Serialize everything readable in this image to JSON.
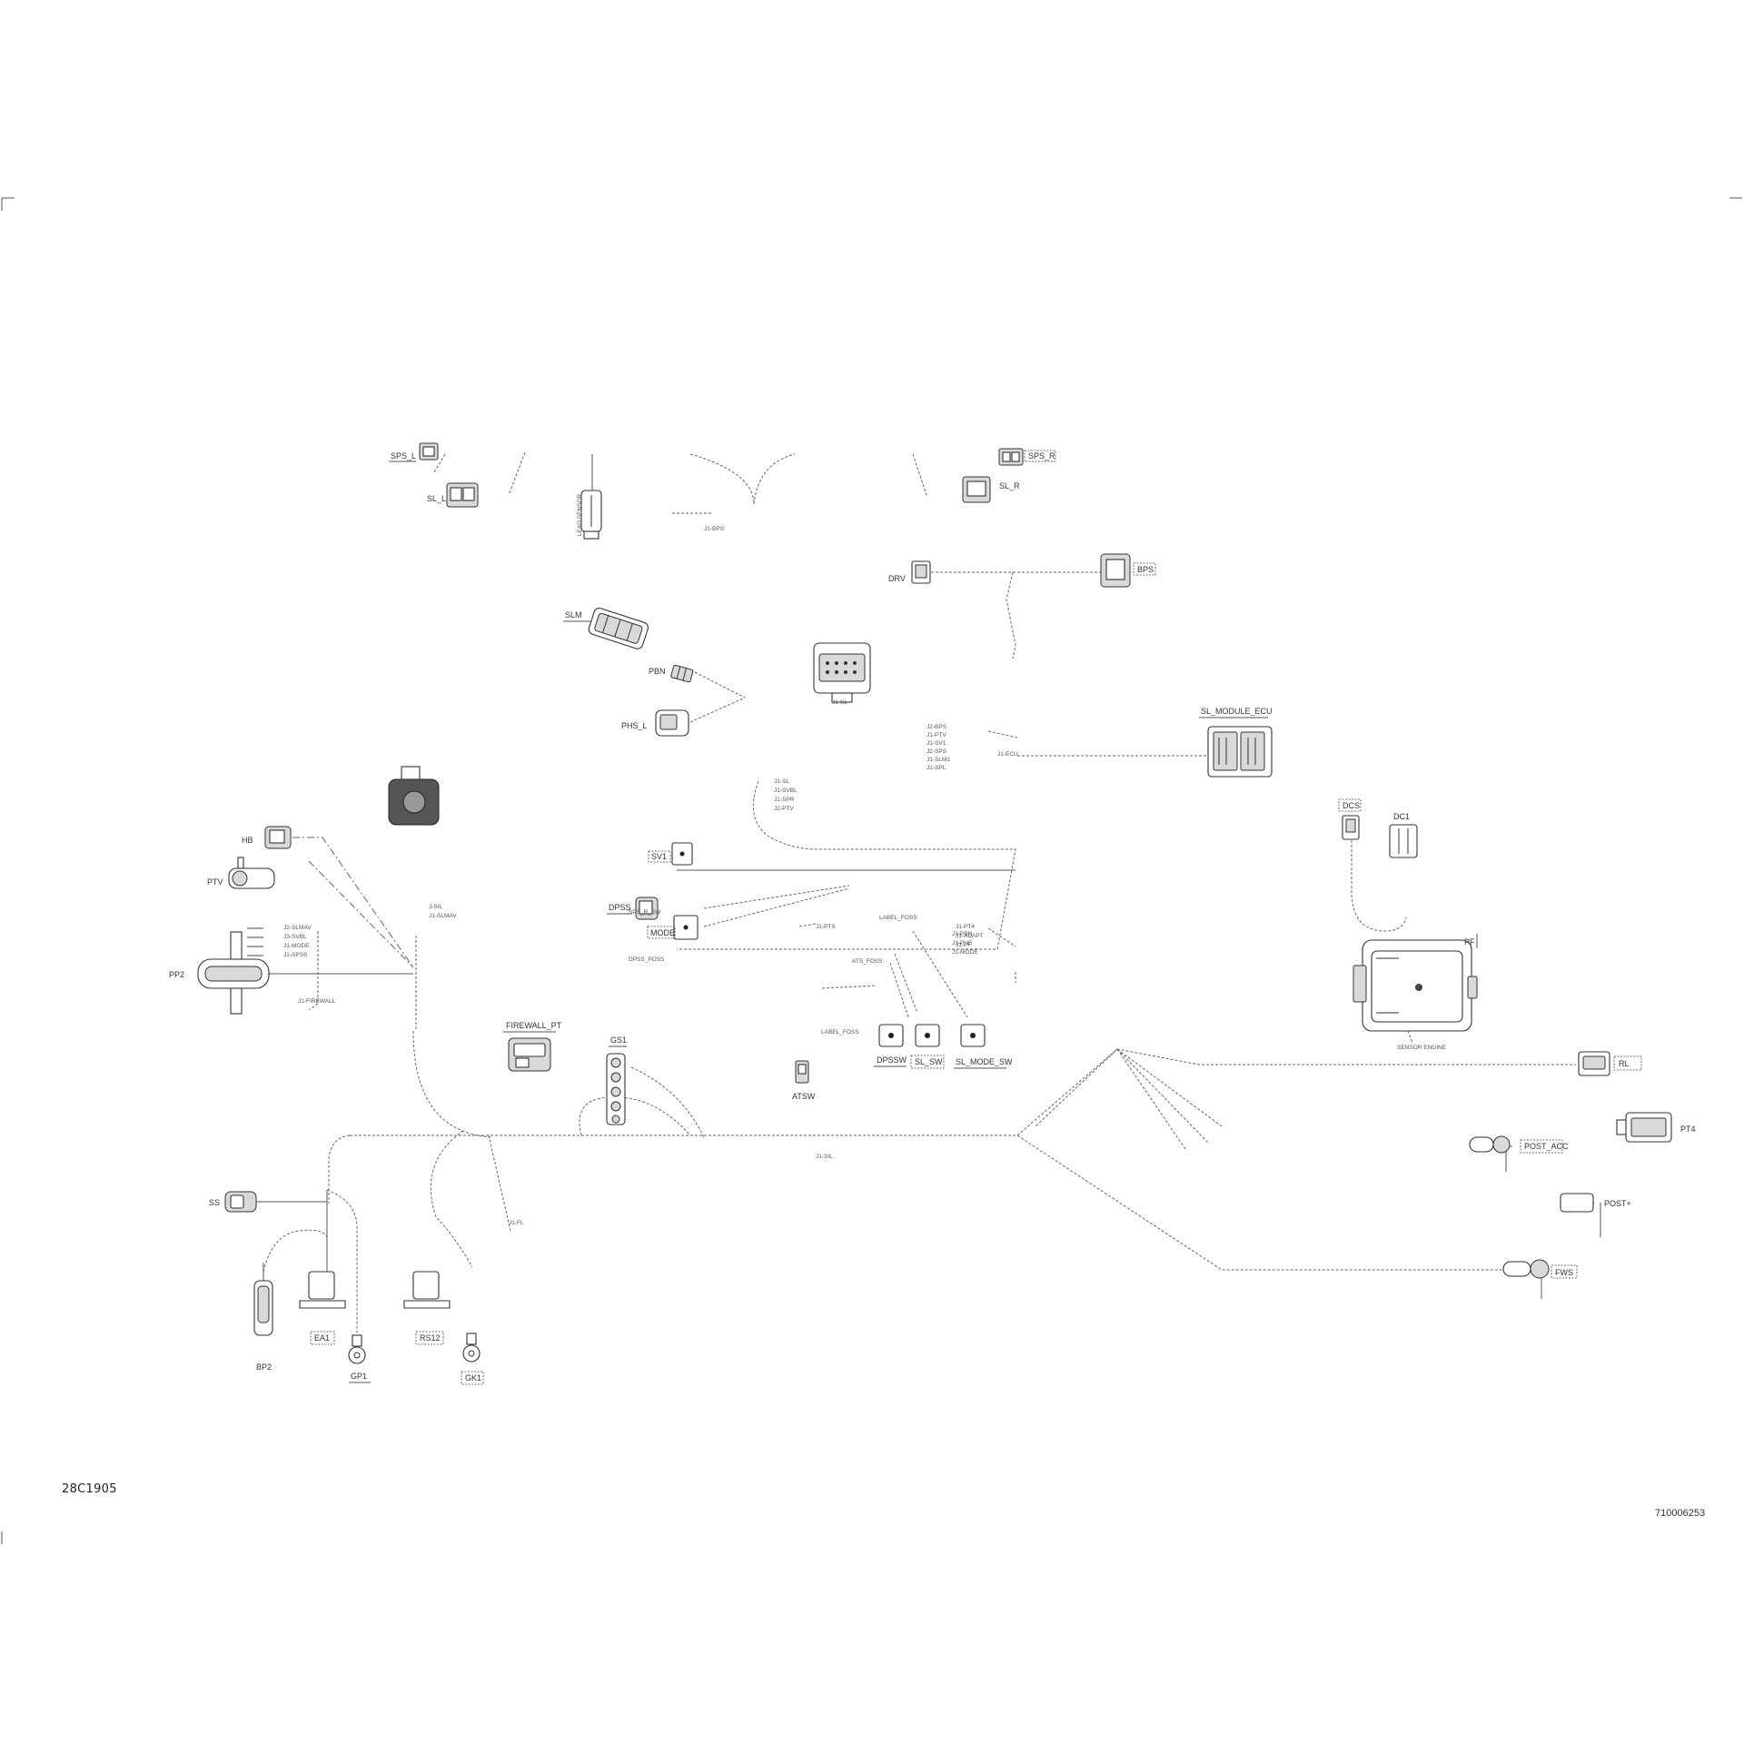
{
  "drawing": {
    "code_left": "28C1905",
    "part_number": "710006253"
  },
  "components": {
    "lead_sensor": "LEAD SENSOR",
    "sps_l": "SPS_L",
    "sl_l": "SL_L",
    "sps_r": "SPS_R",
    "sl_r": "SL_R",
    "drv": "DRV",
    "bps": "BPS",
    "slm": "SLM",
    "pbn": "PBN",
    "phs_l": "PHS_L",
    "sl_module_ecu": "SL_MODULE_ECU",
    "dcs": "DCS",
    "dc1": "DC1",
    "pf": "PF",
    "hb": "HB",
    "ptv": "PTV",
    "pp2": "PP2",
    "dpss": "DPSS",
    "sv1": "SV1",
    "mode": "MODE",
    "gs1": "GS1",
    "firewall_pt": "FIREWALL_PT",
    "atsw": "ATSW",
    "dpssw": "DPSSW",
    "sl_sw": "SL_SW",
    "sl_mode_sw": "SL_MODE_SW",
    "rl": "RL",
    "pt4": "PT4",
    "post_acc": "POST_ACC",
    "post_plus": "POST+",
    "fws": "FWS",
    "ss": "SS",
    "bp2": "BP2",
    "ea1": "EA1",
    "gp1": "GP1",
    "rs12": "RS12",
    "gk1": "GK1"
  },
  "wire_notes": {
    "n1": "J1-BPS",
    "n2": "J-SIL",
    "n3": "J1-SLMAV",
    "n4": "J2-SLMAV",
    "n5": "J3-SVBL",
    "n6": "J1-MODE",
    "n7": "J1-SPSS",
    "n8": "J1-FIREWALL",
    "n9": "J1-PTS",
    "n10": "LABEL_FOSS",
    "n11": "ATS_FOSS",
    "n12": "LABEL_FOSS",
    "n13": "J1-PT4",
    "n14": "J1-ADAPT",
    "n15": "J1-PF",
    "n16": "J1-SIL",
    "n17": "SPS_R_SW",
    "n18": "DPSS_POSS",
    "n19": "J1-SL",
    "n20": "J1-SVBL",
    "n21": "J1-FL",
    "n22": "SENSOR ENGINE",
    "n23": "J2-BPS",
    "n24": "J1-PTV",
    "n25": "J1-SV1",
    "n26": "J2-SPS",
    "n27": "J1-SLM1",
    "n28": "J1-SPL",
    "n29": "J1-PBN",
    "n30": "J1-PHS",
    "n31": "J1-MODE",
    "n32": "J1-SPR",
    "n33": "J2-PTV",
    "n34": "J1-ECU",
    "n35": "J1-SL"
  }
}
